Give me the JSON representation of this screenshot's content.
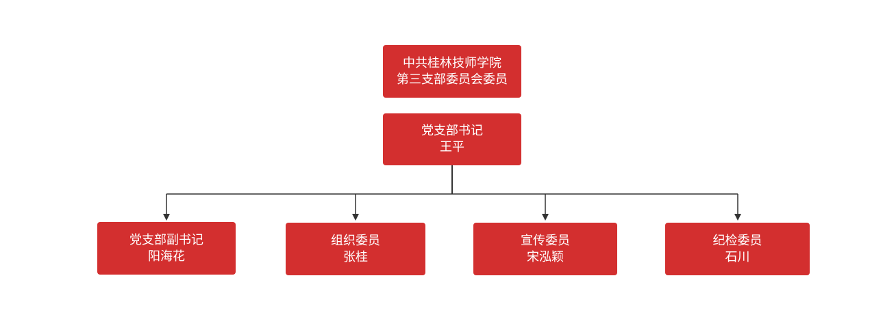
{
  "diagram": {
    "root": {
      "line1": "中共桂林技师学院",
      "line2": "第三支部委员会委员"
    },
    "secretary": {
      "title": "党支部书记",
      "name": "王平"
    },
    "members": [
      {
        "title": "党支部副书记",
        "name": "阳海花"
      },
      {
        "title": "组织委员",
        "name": "张桂"
      },
      {
        "title": "宣传委员",
        "name": "宋泓颖"
      },
      {
        "title": "纪检委员",
        "name": "石川"
      }
    ],
    "colors": {
      "node_fill": "#d32f2f",
      "node_text": "#ffffff",
      "connector": "#333333"
    }
  }
}
